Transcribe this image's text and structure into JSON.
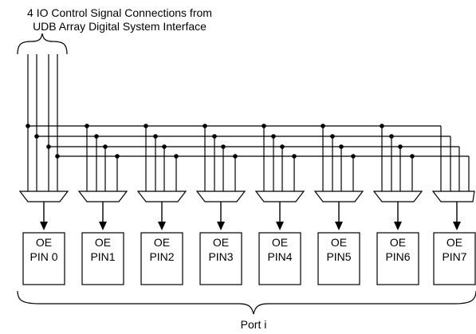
{
  "title": {
    "line1": "4 IO Control Signal Connections from",
    "line2": "UDB Array Digital System Interface"
  },
  "pins": [
    {
      "line1": "OE",
      "line2": "PIN 0"
    },
    {
      "line1": "OE",
      "line2": "PIN1"
    },
    {
      "line1": "OE",
      "line2": "PIN2"
    },
    {
      "line1": "OE",
      "line2": "PIN3"
    },
    {
      "line1": "OE",
      "line2": "PIN4"
    },
    {
      "line1": "OE",
      "line2": "PIN5"
    },
    {
      "line1": "OE",
      "line2": "PIN6"
    },
    {
      "line1": "OE",
      "line2": "PIN7"
    }
  ],
  "port_label": "Port i"
}
